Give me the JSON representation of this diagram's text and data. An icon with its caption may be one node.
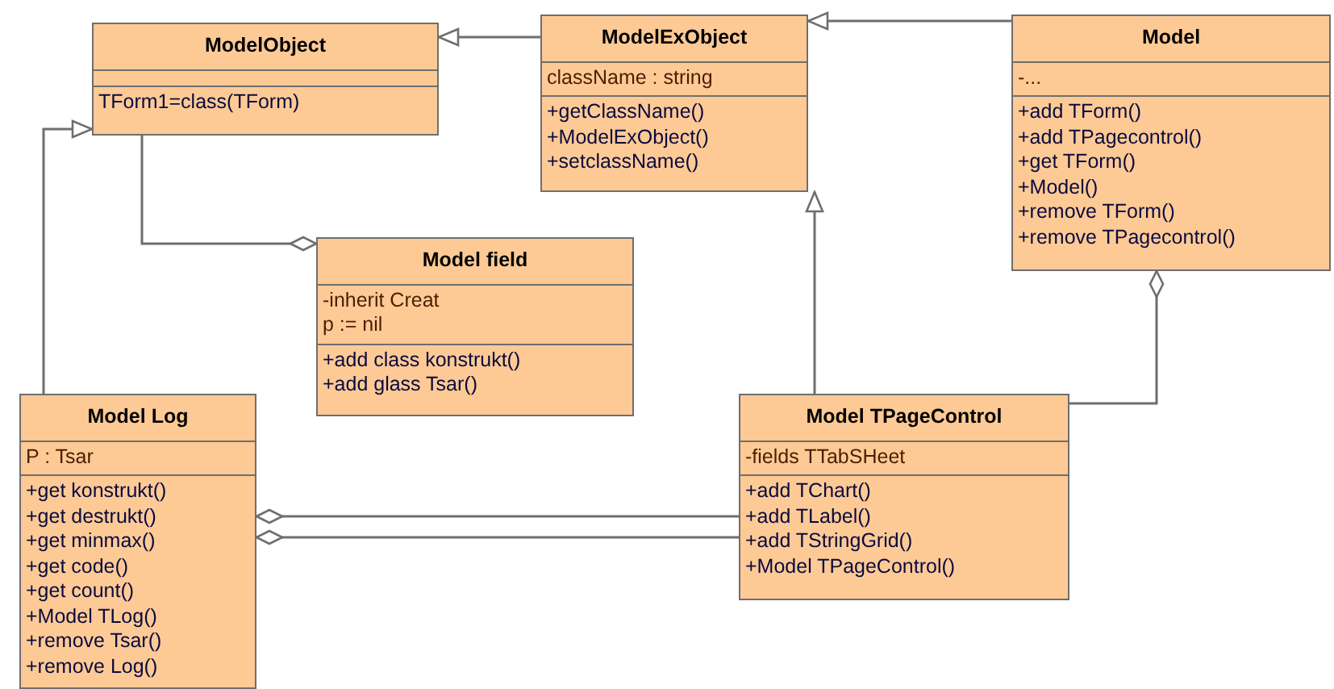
{
  "diagram": {
    "nodes": [
      {
        "text": [
          "ModelObject",
          "TForm1=class(TForm)"
        ]
      },
      {
        "text": [
          "ModelExObject",
          "className : string",
          "+getClassName()",
          "+ModelExObject()",
          "+setclassName()"
        ]
      },
      {
        "text": [
          "Model",
          "-...",
          "+add TForm()",
          "+add TPagecontrol()",
          "+get TForm()",
          "+Model()",
          "+remove TForm()",
          "+remove TPagecontrol()"
        ]
      },
      {
        "text": [
          "Model field",
          "-inherit Creat",
          "p := nil",
          "+add class konstrukt()",
          "+add glass Tsar()"
        ]
      },
      {
        "text": [
          "Model Log",
          "P : Tsar",
          "+get konstrukt()",
          "+get destrukt()",
          "+get minmax()",
          "+get code()",
          "+get count()",
          "+Model TLog()",
          "+remove Tsar()",
          "+remove Log()"
        ]
      },
      {
        "text": [
          "Model TPageControl",
          "-fields TTabSHeet",
          "+add TChart()",
          "+add TLabel()",
          "+add TStringGrid()",
          "+Model TPageControl()"
        ]
      }
    ],
    "edges": [
      {
        "from": 1,
        "to": 0,
        "arrow": "to"
      },
      {
        "from": 2,
        "to": 1,
        "arrow": "to"
      },
      {
        "from": 4,
        "to": 0,
        "arrow": "to"
      },
      {
        "from": 5,
        "to": 1,
        "arrow": "to"
      },
      {
        "from": 0,
        "to": 3,
        "arrow": "other"
      },
      {
        "from": 5,
        "to": 2,
        "arrow": "other"
      },
      {
        "from": 5,
        "to": 4,
        "arrow": "other"
      },
      {
        "from": 5,
        "to": 4,
        "arrow": "other"
      }
    ]
  }
}
